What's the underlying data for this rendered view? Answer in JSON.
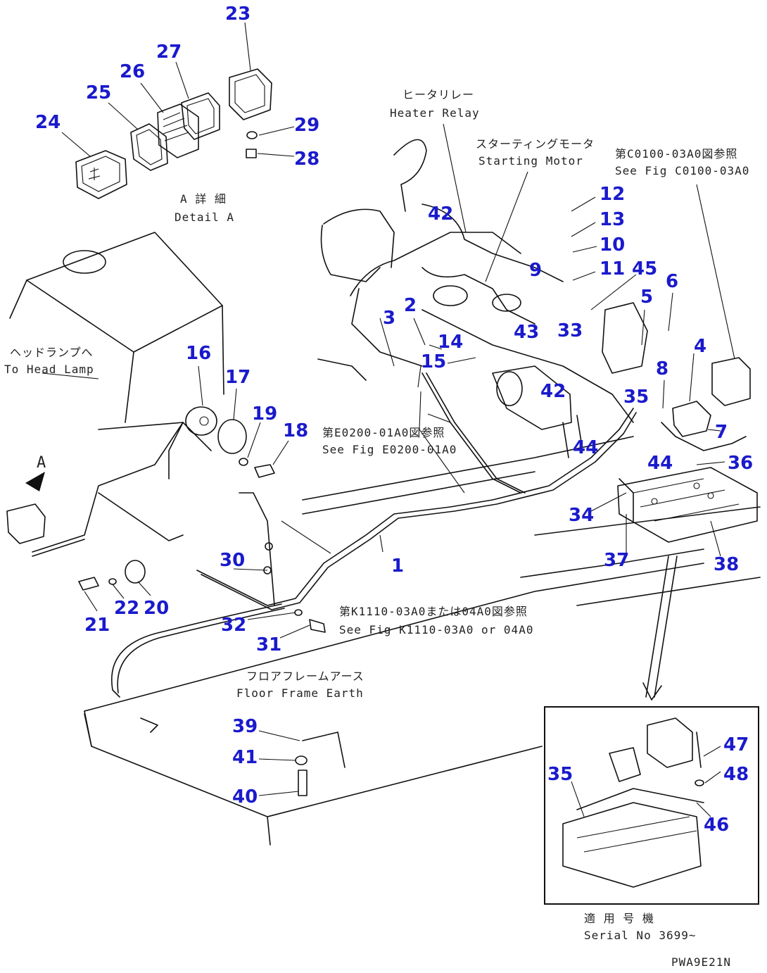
{
  "diagram": {
    "drawing_code": "PWA9E21N",
    "notes": {
      "heater_relay_jp": "ヒータリレー",
      "heater_relay_en": "Heater Relay",
      "starting_motor_jp": "スターティングモータ",
      "starting_motor_en": "Starting Motor",
      "see_c0100_jp": "第C0100-03A0図参照",
      "see_c0100_en": "See Fig C0100-03A0",
      "detail_a_jp": "A 詳 細",
      "detail_a_en": "Detail A",
      "to_head_lamp_jp": "ヘッドランプへ",
      "to_head_lamp_en": "To Head Lamp",
      "see_e0200_jp": "第E0200-01A0図参照",
      "see_e0200_en": "See Fig E0200-01A0",
      "see_k1110_jp": "第K1110-03A0または04A0図参照",
      "see_k1110_en": "See Fig K1110-03A0 or 04A0",
      "floor_frame_earth_jp": "フロアフレームアース",
      "floor_frame_earth_en": "Floor Frame Earth",
      "serial_jp": "適 用 号 機",
      "serial_en": "Serial No 3699~",
      "view_a": "A"
    },
    "callouts": [
      "1",
      "2",
      "3",
      "4",
      "5",
      "6",
      "7",
      "8",
      "9",
      "10",
      "11",
      "12",
      "13",
      "14",
      "15",
      "16",
      "17",
      "18",
      "19",
      "20",
      "21",
      "22",
      "23",
      "24",
      "25",
      "26",
      "27",
      "28",
      "29",
      "30",
      "31",
      "32",
      "33",
      "34",
      "35",
      "36",
      "37",
      "38",
      "39",
      "40",
      "41",
      "42",
      "42",
      "43",
      "44",
      "44",
      "45",
      "35",
      "46",
      "47",
      "48"
    ],
    "callout_color": "#1a1acc"
  }
}
